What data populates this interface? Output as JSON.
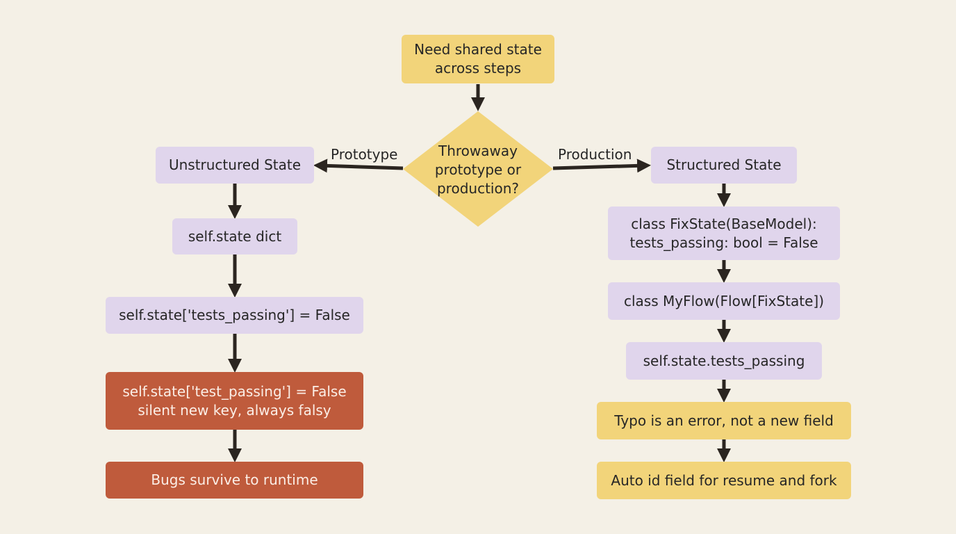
{
  "colors": {
    "background": "#f4f0e6",
    "yellow": "#f2d47a",
    "purple": "#e0d5ec",
    "red": "#bf5b3c",
    "arrow": "#2b2520"
  },
  "start": {
    "line1": "Need shared state",
    "line2": "across steps"
  },
  "decision": {
    "line1": "Throwaway",
    "line2": "prototype or",
    "line3": "production?"
  },
  "edges": {
    "left_label": "Prototype",
    "right_label": "Production"
  },
  "left_branch": {
    "unstructured": "Unstructured State",
    "dict": "self.state dict",
    "assign": "self.state['tests_passing'] = False",
    "typo_line1": "self.state['test_passing'] = False",
    "typo_line2": "silent new key, always falsy",
    "bugs": "Bugs survive to runtime"
  },
  "right_branch": {
    "structured": "Structured State",
    "class_line1": "class FixState(BaseModel):",
    "class_line2": "tests_passing: bool = False",
    "flow": "class MyFlow(Flow[FixState])",
    "access": "self.state.tests_passing",
    "typo_error": "Typo is an error, not a new field",
    "auto_id": "Auto id field for resume and fork"
  }
}
